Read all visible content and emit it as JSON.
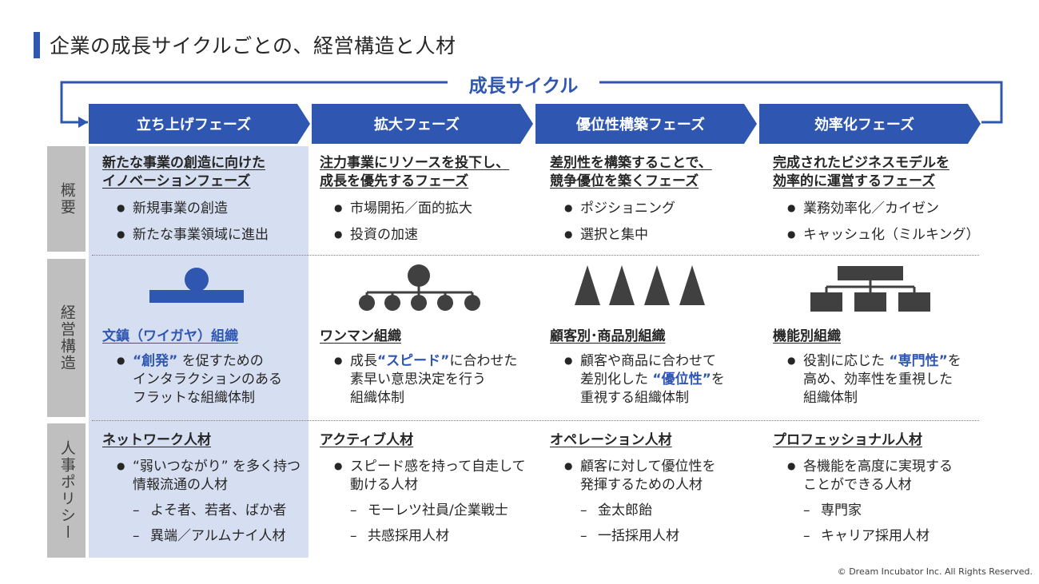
{
  "title": "企業の成長サイクルごとの、経営構造と人材",
  "cycle_label": "成長サイクル",
  "phases": [
    "立ち上げフェーズ",
    "拡大フェーズ",
    "優位性構築フェーズ",
    "効率化フェーズ"
  ],
  "row_labels": [
    "概要",
    "経営構造",
    "人事ポリシー"
  ],
  "columns": [
    {
      "overview_head": [
        "新たな事業の創造に向けた",
        "イノベーションフェーズ"
      ],
      "overview_bullets": [
        "新規事業の創造",
        "新たな事業領域に進出"
      ],
      "structure_name": "文鎮（ワイガヤ）組織",
      "structure_desc": {
        "l1_hl": "“創発”",
        "l1_rest": " を促すための",
        "l2": "インタラクションのある",
        "l3": "フラットな組織体制"
      },
      "hr_head": "ネットワーク人材",
      "hr_bullet": [
        "“弱いつながり” を多く持つ",
        "情報流通の人材"
      ],
      "hr_examples": [
        "よそ者、若者、ばか者",
        "異端／アルムナイ人材"
      ]
    },
    {
      "overview_head": [
        "注力事業にリソースを投下し、",
        "成長を優先するフェーズ"
      ],
      "overview_bullets": [
        "市場開拓／面的拡大",
        "投資の加速"
      ],
      "structure_name": "ワンマン組織",
      "structure_desc": {
        "l1_pre": "成長",
        "l1_hl": "“スピード”",
        "l1_rest": "に合わせた",
        "l2": "素早い意思決定を行う",
        "l3": "組織体制"
      },
      "hr_head": "アクティブ人材",
      "hr_bullet": [
        "スピード感を持って自走して",
        "動ける人材"
      ],
      "hr_examples": [
        "モーレツ社員/企業戦士",
        "共感採用人材"
      ]
    },
    {
      "overview_head": [
        "差別性を構築することで、",
        "競争優位を築くフェーズ"
      ],
      "overview_bullets": [
        "ポジショニング",
        "選択と集中"
      ],
      "structure_name": "顧客別･商品別組織",
      "structure_desc": {
        "l1": "顧客や商品に合わせて",
        "l2_pre": "差別化した ",
        "l2_hl": "“優位性”",
        "l2_rest": "を",
        "l3": "重視する組織体制"
      },
      "hr_head": "オペレーション人材",
      "hr_bullet": [
        "顧客に対して優位性を",
        "発揮するための人材"
      ],
      "hr_examples": [
        "金太郎飴",
        "一括採用人材"
      ]
    },
    {
      "overview_head": [
        "完成されたビジネスモデルを",
        "効率的に運営するフェーズ"
      ],
      "overview_bullets": [
        "業務効率化／カイゼン",
        "キャッシュ化（ミルキング）"
      ],
      "structure_name": "機能別組織",
      "structure_desc": {
        "l1_pre": "役割に応じた ",
        "l1_hl": "“専門性”",
        "l1_rest": "を",
        "l2": "高め、効率性を重視した",
        "l3": "組織体制"
      },
      "hr_head": "プロフェッショナル人材",
      "hr_bullet": [
        "各機能を高度に実現する",
        "ことができる人材"
      ],
      "hr_examples": [
        "専門家",
        "キャリア採用人材"
      ]
    }
  ],
  "copyright": "© Dream Incubator Inc. All Rights Reserved.",
  "colors": {
    "accent": "#2f56b0",
    "highlight_bg": "#d6dff1",
    "label_bg": "#bfbfbf",
    "icon": "#404040"
  }
}
